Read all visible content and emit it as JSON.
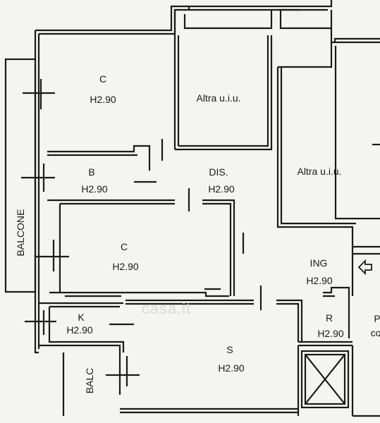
{
  "rooms": [
    {
      "name": "C",
      "height": "H2.90"
    },
    {
      "name": "Altra u.i.u.",
      "height": ""
    },
    {
      "name": "B",
      "height": "H2.90"
    },
    {
      "name": "DIS.",
      "height": "H2.90"
    },
    {
      "name": "Altra u.i.u.",
      "height": ""
    },
    {
      "name": "C",
      "height": "H2.90"
    },
    {
      "name": "ING",
      "height": "H2.90"
    },
    {
      "name": "K",
      "height": "H2.90"
    },
    {
      "name": "R",
      "height": "H2.90"
    },
    {
      "name": "S",
      "height": "H2.90"
    }
  ],
  "labels": {
    "balcone": "BALCONE",
    "balc": "BALC",
    "edge_p": "P",
    "edge_co": "co",
    "watermark": "casa.it"
  },
  "colors": {
    "wall": "#1a1a1a",
    "background": "#f4f4f2"
  }
}
